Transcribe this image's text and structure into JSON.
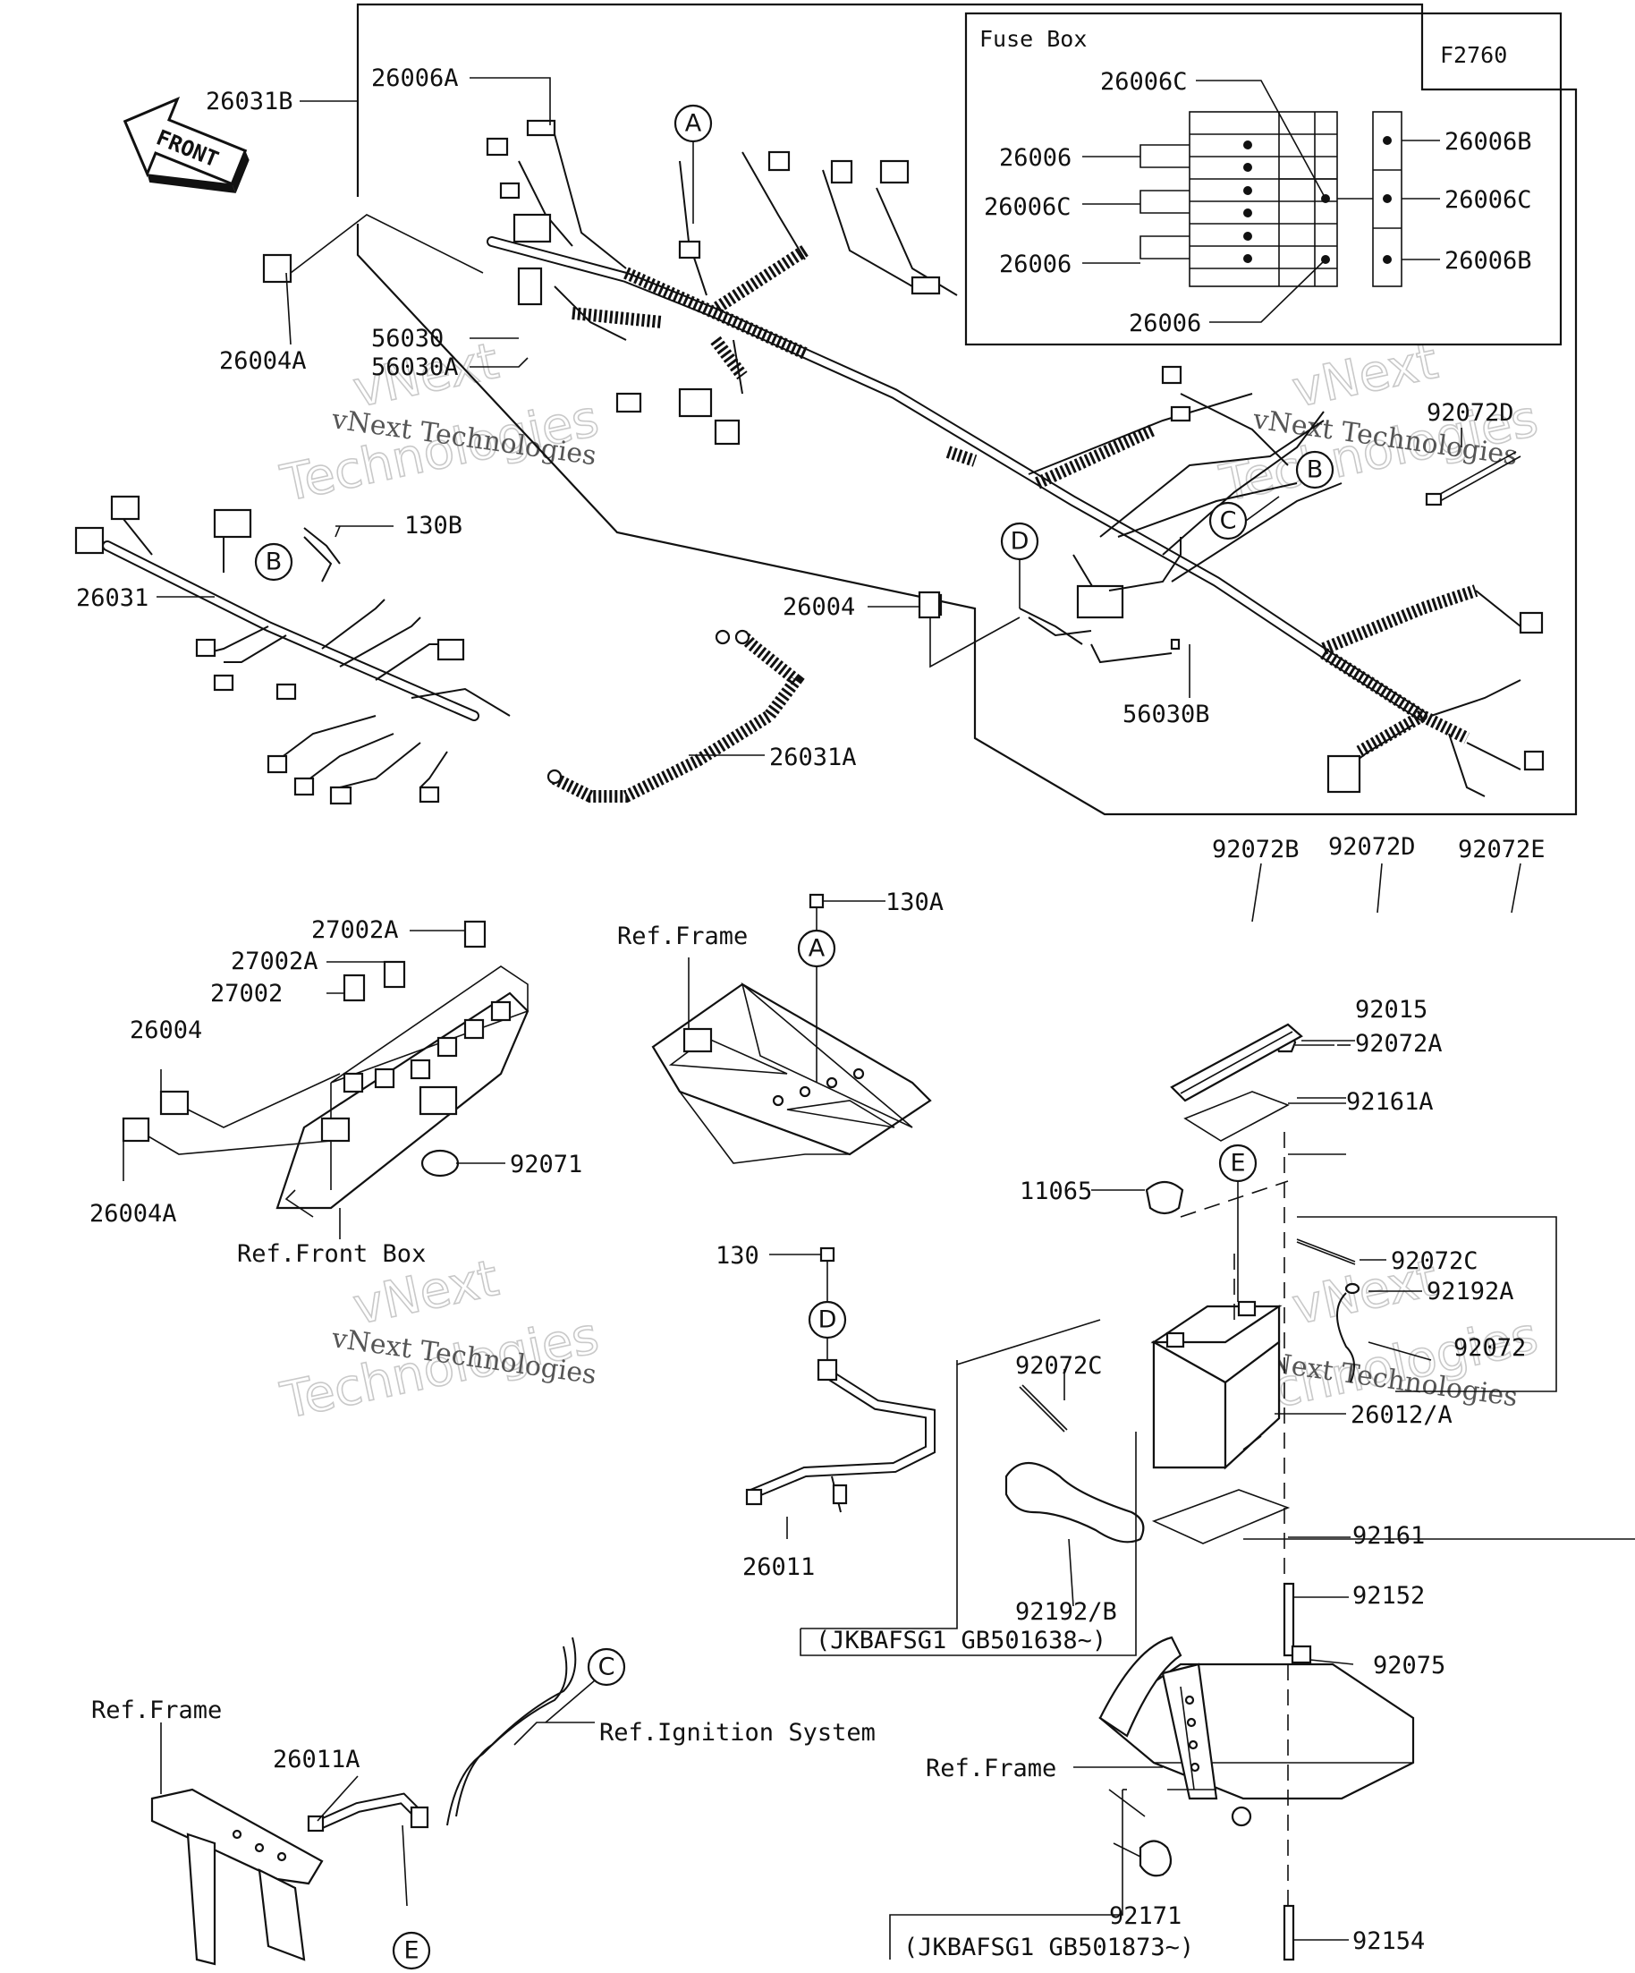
{
  "figure_code": "F2760",
  "front_arrow": "FRONT",
  "fuse_box": {
    "title": "Fuse Box",
    "labels": [
      "26006C",
      "26006",
      "26006C",
      "26006",
      "26006",
      "26006B",
      "26006C",
      "26006B"
    ]
  },
  "callouts": [
    "A",
    "B",
    "C",
    "D",
    "E"
  ],
  "parts": {
    "p26031B": "26031B",
    "p26006A": "26006A",
    "p26004A_top": "26004A",
    "p56030": "56030",
    "p56030A": "56030A",
    "p130B": "130B",
    "p26031": "26031",
    "p26004_mid": "26004",
    "p56030B": "56030B",
    "p26031A": "26031A",
    "p92072D_top": "92072D",
    "p92072B": "92072B",
    "p92072D": "92072D",
    "p92072E": "92072E",
    "p27002A_1": "27002A",
    "p27002A_2": "27002A",
    "p27002": "27002",
    "p26004": "26004",
    "p26004A": "26004A",
    "p92071": "92071",
    "p130A": "130A",
    "p92015": "92015",
    "p92072A": "92072A",
    "p92161A": "92161A",
    "p11065": "11065",
    "p130": "130",
    "p92072C_r": "92072C",
    "p92192A": "92192A",
    "p92072": "92072",
    "p92072C_l": "92072C",
    "p26012A": "26012/A",
    "p26011": "26011",
    "p92161": "92161",
    "p92192B": "92192/B",
    "p92152": "92152",
    "p92075": "92075",
    "p26011A": "26011A",
    "p92171": "92171",
    "p92154": "92154"
  },
  "refs": {
    "frame_top": "Ref.Frame",
    "front_box": "Ref.Front Box",
    "frame_left": "Ref.Frame",
    "ignition": "Ref.Ignition System",
    "frame_right": "Ref.Frame"
  },
  "serials": {
    "s1": "(JKBAFSG1 GB501638~)",
    "s2": "(JKBAFSG1 GB501873~)"
  },
  "watermark": {
    "line1": "vNext",
    "line2": "Technologies",
    "small": "vNext Technologies"
  }
}
